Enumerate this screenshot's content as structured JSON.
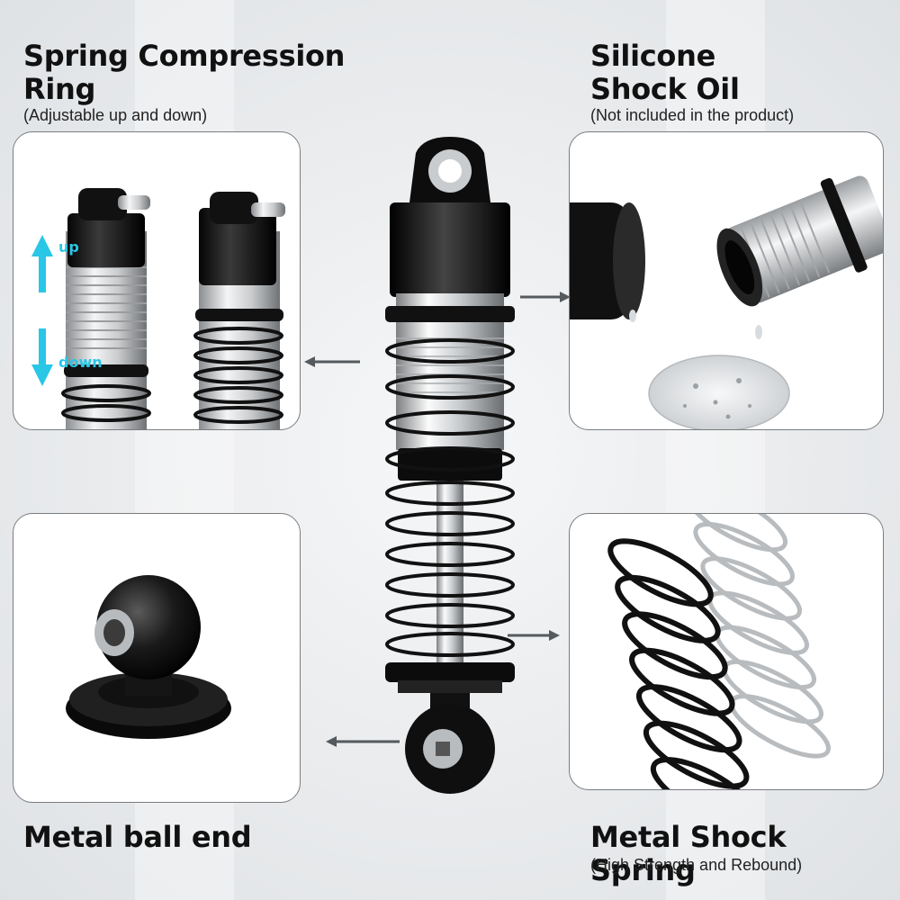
{
  "features": {
    "top_left": {
      "title_line1": "Spring Compression",
      "title_line2": "Ring",
      "subtitle": "(Adjustable up and down)",
      "arrow_up_label": "up",
      "arrow_down_label": "down"
    },
    "top_right": {
      "title_line1": "Silicone",
      "title_line2": "Shock Oil",
      "subtitle": "(Not included in the product)"
    },
    "bottom_left": {
      "title": "Metal ball end"
    },
    "bottom_right": {
      "title": "Metal Shock Spring",
      "subtitle": "(High Strength and Rebound)"
    }
  },
  "colors": {
    "accent_arrow": "#29c6e6",
    "pointer_arrow": "#555a5e",
    "panel_border": "#7a7d80"
  }
}
